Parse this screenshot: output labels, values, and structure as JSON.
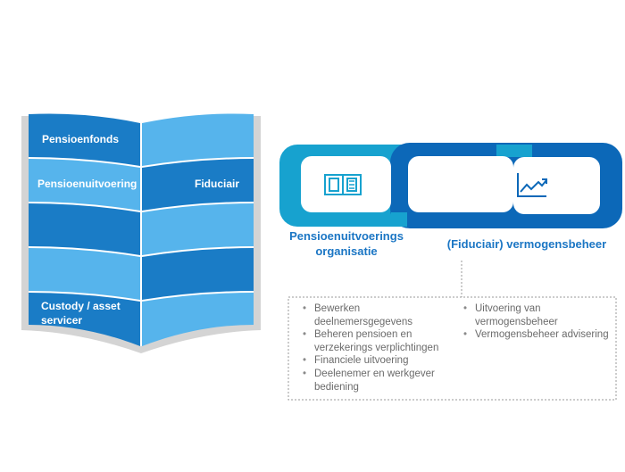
{
  "book": {
    "left_pages": [
      "Pensioenfonds",
      "Pensioenuitvoering",
      "",
      "",
      "Custody / asset servicer"
    ],
    "right_pages": [
      "",
      "Fiduciair",
      "",
      "",
      ""
    ],
    "colors": {
      "dark": "#1a7cc6",
      "light": "#56b4ec",
      "cover": "#d4d4d4"
    }
  },
  "chain": {
    "left_label": "Pensioenuitvoerings organisatie",
    "right_label": "(Fiduciair) vermogensbeheer",
    "left_icon": "book-icon",
    "right_icon": "line-chart-icon",
    "colors": {
      "left_ring": "#17a2cf",
      "right_ring": "#0c68b8"
    }
  },
  "responsibilities": {
    "left": [
      "Bewerken deelnemersgegevens",
      "Beheren pensioen en verzekerings verplichtingen",
      "Financiele uitvoering",
      "Deelenemer en werkgever bediening"
    ],
    "right": [
      "Uitvoering van vermogensbeheer",
      "Vermogensbeheer advisering"
    ]
  }
}
